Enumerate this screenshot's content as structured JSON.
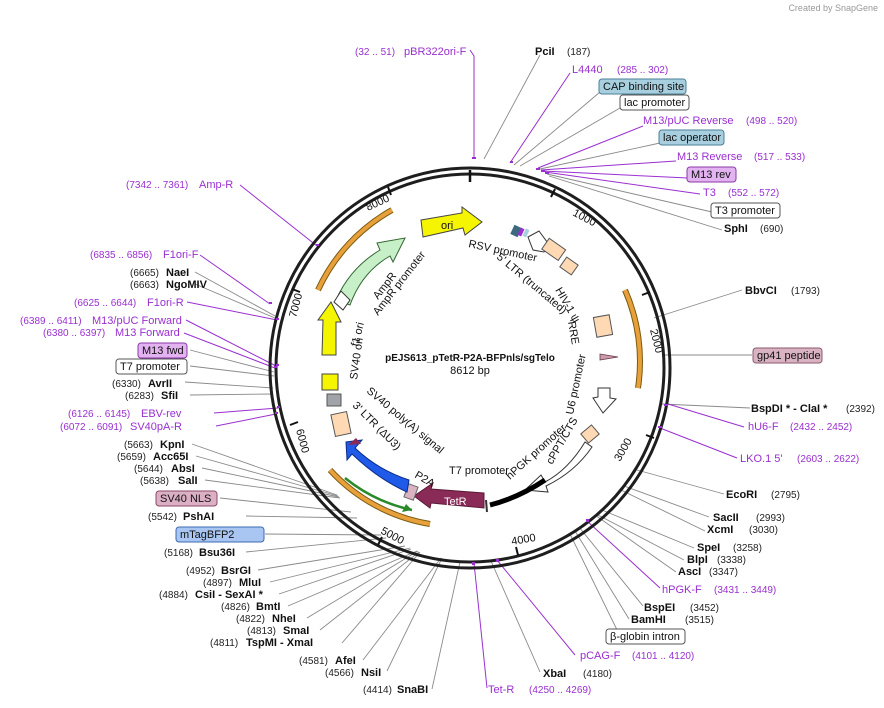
{
  "credit": "Created by SnapGene",
  "plasmid": {
    "name": "pEJS613_pTetR-P2A-BFPnls/sgTelo",
    "size_label": "8612 bp",
    "length": 8612
  },
  "ticks": [
    "1000",
    "2000",
    "3000",
    "4000",
    "5000",
    "6000",
    "7000",
    "8000"
  ],
  "enzymes": [
    {
      "name": "PciI",
      "pos": "(187)"
    },
    {
      "name": "SphI",
      "pos": "(690)"
    },
    {
      "name": "BbvCI",
      "pos": "(1793)"
    },
    {
      "name": "BspDI * - ClaI *",
      "pos": "(2392)"
    },
    {
      "name": "EcoRI",
      "pos": "(2795)"
    },
    {
      "name": "SacII",
      "pos": "(2993)"
    },
    {
      "name": "XcmI",
      "pos": "(3030)"
    },
    {
      "name": "SpeI",
      "pos": "(3258)"
    },
    {
      "name": "BlpI",
      "pos": "(3338)"
    },
    {
      "name": "AscI",
      "pos": "(3347)"
    },
    {
      "name": "BspEI",
      "pos": "(3452)"
    },
    {
      "name": "BamHI",
      "pos": "(3515)"
    },
    {
      "name": "XbaI",
      "pos": "(4180)"
    },
    {
      "name": "SnaBI",
      "pos": "(4414)"
    },
    {
      "name": "NsiI",
      "pos": "(4566)"
    },
    {
      "name": "AfeI",
      "pos": "(4581)"
    },
    {
      "name": "TspMI - XmaI",
      "pos": "(4811)"
    },
    {
      "name": "SmaI",
      "pos": "(4813)"
    },
    {
      "name": "NheI",
      "pos": "(4822)"
    },
    {
      "name": "BmtI",
      "pos": "(4826)"
    },
    {
      "name": "CsiI - SexAI *",
      "pos": "(4884)"
    },
    {
      "name": "MluI",
      "pos": "(4897)"
    },
    {
      "name": "BsrGI",
      "pos": "(4952)"
    },
    {
      "name": "Bsu36I",
      "pos": "(5168)"
    },
    {
      "name": "PshAI",
      "pos": "(5542)"
    },
    {
      "name": "SalI",
      "pos": "(5638)"
    },
    {
      "name": "AbsI",
      "pos": "(5644)"
    },
    {
      "name": "Acc65I",
      "pos": "(5659)"
    },
    {
      "name": "KpnI",
      "pos": "(5663)"
    },
    {
      "name": "SfiI",
      "pos": "(6283)"
    },
    {
      "name": "AvrII",
      "pos": "(6330)"
    },
    {
      "name": "NgoMIV",
      "pos": "(6663)"
    },
    {
      "name": "NaeI",
      "pos": "(6665)"
    }
  ],
  "primers": [
    {
      "name": "pBR322ori-F",
      "pos": "(32 .. 51)"
    },
    {
      "name": "L4440",
      "pos": "(285 .. 302)"
    },
    {
      "name": "M13/pUC Reverse",
      "pos": "(498 .. 520)"
    },
    {
      "name": "M13 Reverse",
      "pos": "(517 .. 533)"
    },
    {
      "name": "T3",
      "pos": "(552 .. 572)"
    },
    {
      "name": "hU6-F",
      "pos": "(2432 .. 2452)"
    },
    {
      "name": "LKO.1 5'",
      "pos": "(2603 .. 2622)"
    },
    {
      "name": "hPGK-F",
      "pos": "(3431 .. 3449)"
    },
    {
      "name": "pCAG-F",
      "pos": "(4101 .. 4120)"
    },
    {
      "name": "Tet-R",
      "pos": "(4250 .. 4269)"
    },
    {
      "name": "SV40pA-R",
      "pos": "(6072 .. 6091)"
    },
    {
      "name": "EBV-rev",
      "pos": "(6126 .. 6145)"
    },
    {
      "name": "M13 Forward",
      "pos": "(6380 .. 6397)"
    },
    {
      "name": "M13/pUC Forward",
      "pos": "(6389 .. 6411)"
    },
    {
      "name": "F1ori-R",
      "pos": "(6625 .. 6644)"
    },
    {
      "name": "F1ori-F",
      "pos": "(6835 .. 6856)"
    },
    {
      "name": "Amp-R",
      "pos": "(7342 .. 7361)"
    }
  ],
  "boxed": [
    {
      "name": "CAP binding site",
      "fill": "#a8cfe0",
      "stroke": "#4a7f96"
    },
    {
      "name": "lac promoter",
      "fill": "#ffffff",
      "stroke": "#555555"
    },
    {
      "name": "lac operator",
      "fill": "#a8cfe0",
      "stroke": "#4a7f96"
    },
    {
      "name": "M13 rev",
      "fill": "#e3b2f0",
      "stroke": "#8a3aa6"
    },
    {
      "name": "T3 promoter",
      "fill": "#ffffff",
      "stroke": "#555555"
    },
    {
      "name": "gp41 peptide",
      "fill": "#d9b3c2",
      "stroke": "#8a5a6e"
    },
    {
      "name": "β-globin intron",
      "fill": "#ffffff",
      "stroke": "#555555"
    },
    {
      "name": "mTagBFP2",
      "fill": "#a9c6f2",
      "stroke": "#3c6ab0"
    },
    {
      "name": "SV40 NLS",
      "fill": "#dcb0c4",
      "stroke": "#8a4a66"
    },
    {
      "name": "T7 promoter",
      "fill": "#ffffff",
      "stroke": "#555555"
    },
    {
      "name": "M13 fwd",
      "fill": "#e3b2f0",
      "stroke": "#8a3aa6"
    }
  ],
  "inner_features": {
    "ori": "ori",
    "rsv": "RSV promoter",
    "ltr5": "5' LTR (truncated)",
    "hiv": "HIV-1 ψ",
    "rre": "RRE",
    "u6": "U6 promoter",
    "cppt": "cPPT/CTS",
    "hpgk": "hPGK promoter",
    "t7": "T7 promoter",
    "tetr": "TetR",
    "p2a": "P2A",
    "ltr3": "3' LTR (ΔU3)",
    "sv40polya": "SV40 poly(A) signal",
    "sv40ori": "SV40 ori",
    "f1ori": "f1 ori",
    "ampr_prom": "AmpR promoter",
    "ampr": "AmpR"
  },
  "colors": {
    "primer": "#9a2fd0",
    "ori": "#f5f500",
    "ampr": "#c8f0c8",
    "tetr": "#8a2a57",
    "bfp": "#1f5be8",
    "orange_arc": "#e8a03a",
    "promoter": "#ffffff",
    "ltr": "#ffd9b3"
  }
}
